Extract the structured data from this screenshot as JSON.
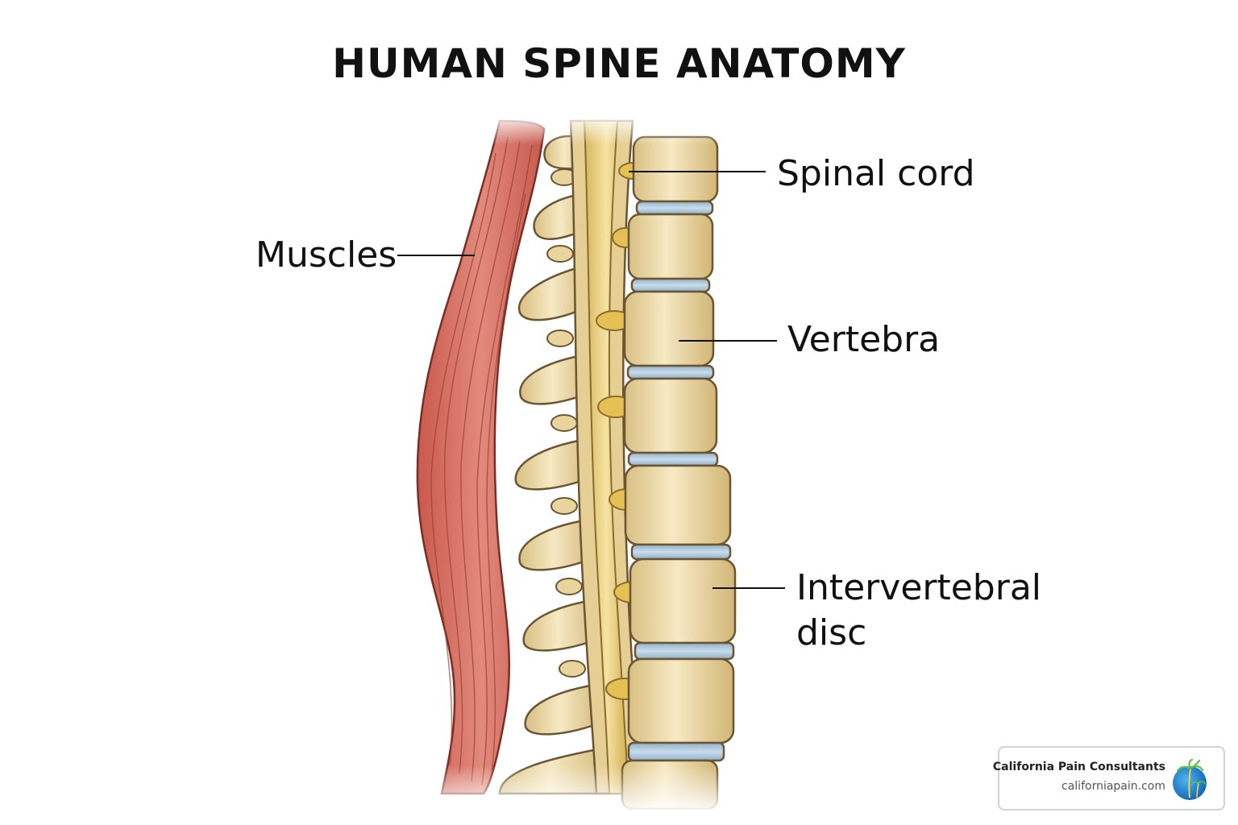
{
  "title": "HUMAN SPINE ANATOMY",
  "labels": {
    "spinal_cord": "Spinal cord",
    "muscles": "Muscles",
    "vertebra": "Vertebra",
    "intervertebral_disc": "Intervertebral\ndisc"
  },
  "brand": {
    "name": "California Pain Consultants",
    "url": "californiapain.com",
    "logo_icon": "palm-tree-globe-icon"
  },
  "colors": {
    "muscle": "#d9786c",
    "bone": "#ecd9a8",
    "bone_outline": "#6b5532",
    "disc": "#a9c6dc",
    "cord": "#e8cf86",
    "text": "#111111"
  }
}
